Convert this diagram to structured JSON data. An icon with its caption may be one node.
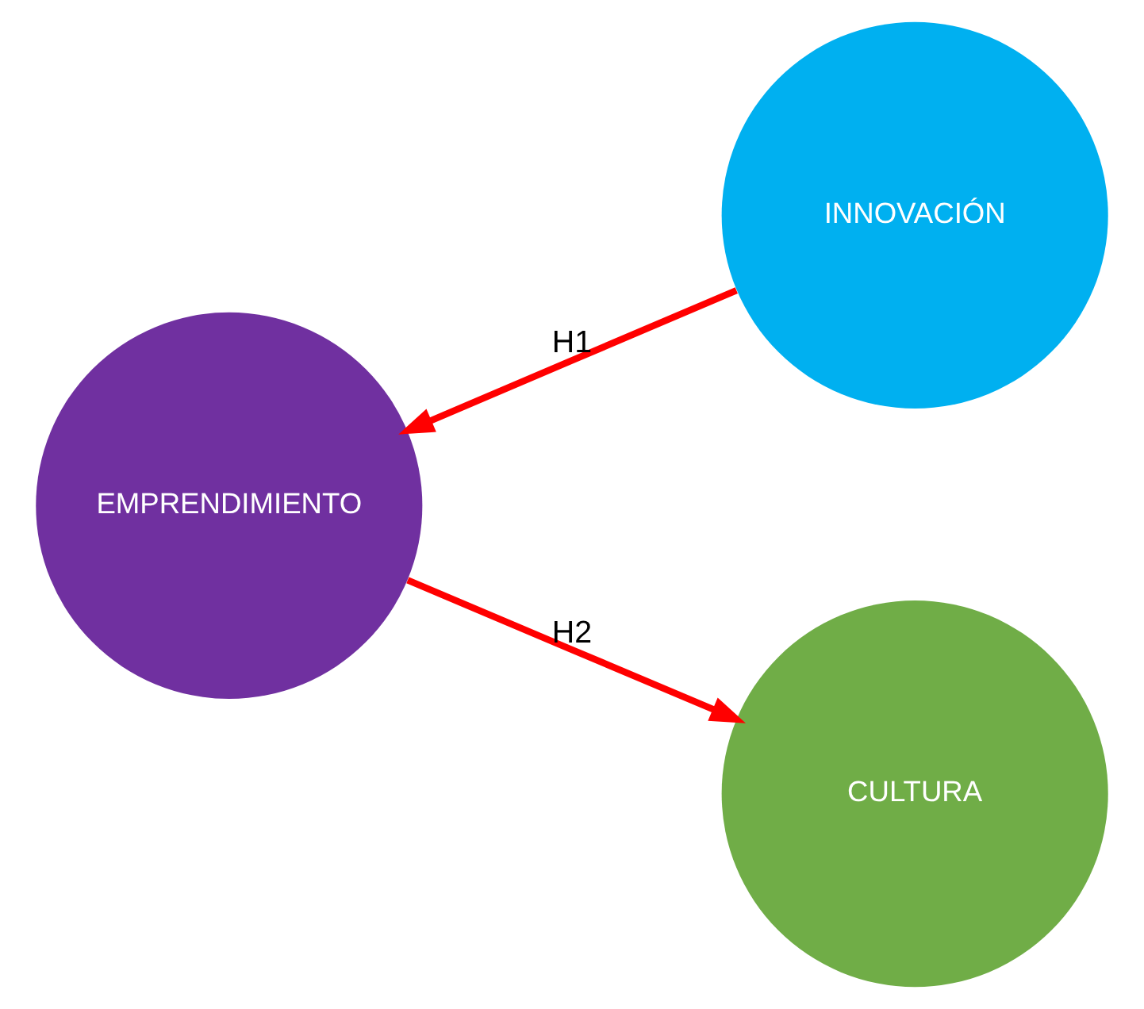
{
  "diagram": {
    "nodes": [
      {
        "text": [
          "INNOVACIÓN"
        ]
      },
      {
        "text": [
          "EMPRENDIMIENTO"
        ]
      },
      {
        "text": [
          "CULTURA"
        ]
      }
    ],
    "edges": [
      {
        "from": 0,
        "to": 1,
        "arrow": "to",
        "label": "H1"
      },
      {
        "from": 1,
        "to": 2,
        "arrow": "to",
        "label": "H2"
      }
    ]
  }
}
